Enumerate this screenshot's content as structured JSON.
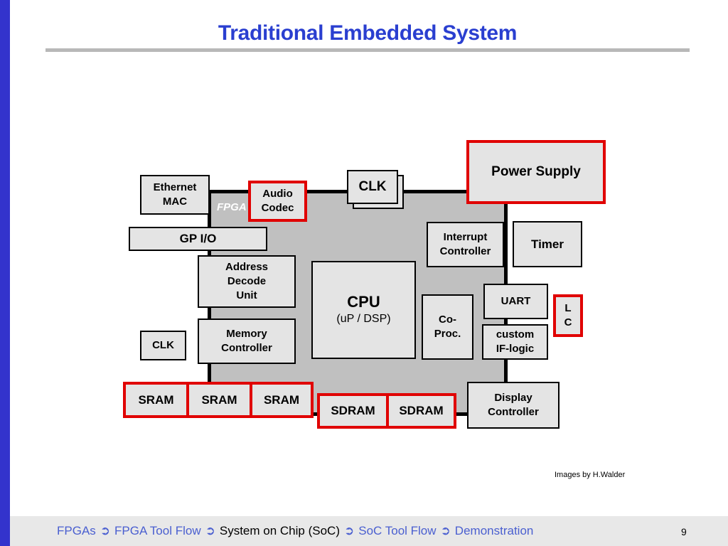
{
  "title": "Traditional Embedded System",
  "chip_label": "FPGA",
  "components": {
    "ethernet_mac": "Ethernet\nMAC",
    "audio_codec": "Audio\nCodec",
    "clk_top": "CLK",
    "power_supply": "Power Supply",
    "gpio": "GP I/O",
    "interrupt_controller": "Interrupt\nController",
    "timer": "Timer",
    "address_decode": "Address\nDecode\nUnit",
    "cpu": "CPU",
    "cpu_sub": "(uP / DSP)",
    "coproc": "Co-\nProc.",
    "uart": "UART",
    "lc": "L\nC",
    "clk_left": "CLK",
    "memory_controller": "Memory\nController",
    "custom_if": "custom\nIF-logic",
    "sram": [
      "SRAM",
      "SRAM",
      "SRAM"
    ],
    "sdram": [
      "SDRAM",
      "SDRAM"
    ],
    "display_controller": "Display\nController"
  },
  "credit": "Images by H.Walder",
  "footer": {
    "separator_icon": "arrow-right-icon",
    "separator_glyph": "➲",
    "items": [
      "FPGAs",
      "FPGA Tool Flow",
      "System on Chip (SoC)",
      "SoC Tool Flow",
      "Demonstration"
    ],
    "current_index": 2,
    "page_number": "9"
  },
  "colors": {
    "title": "#2a3fd0",
    "left_bar": "#3333cc",
    "highlight_border": "#e00000",
    "chip_fill": "#c0c0c0",
    "box_fill": "#e4e4e4",
    "footer_link": "#4a5fd0"
  }
}
